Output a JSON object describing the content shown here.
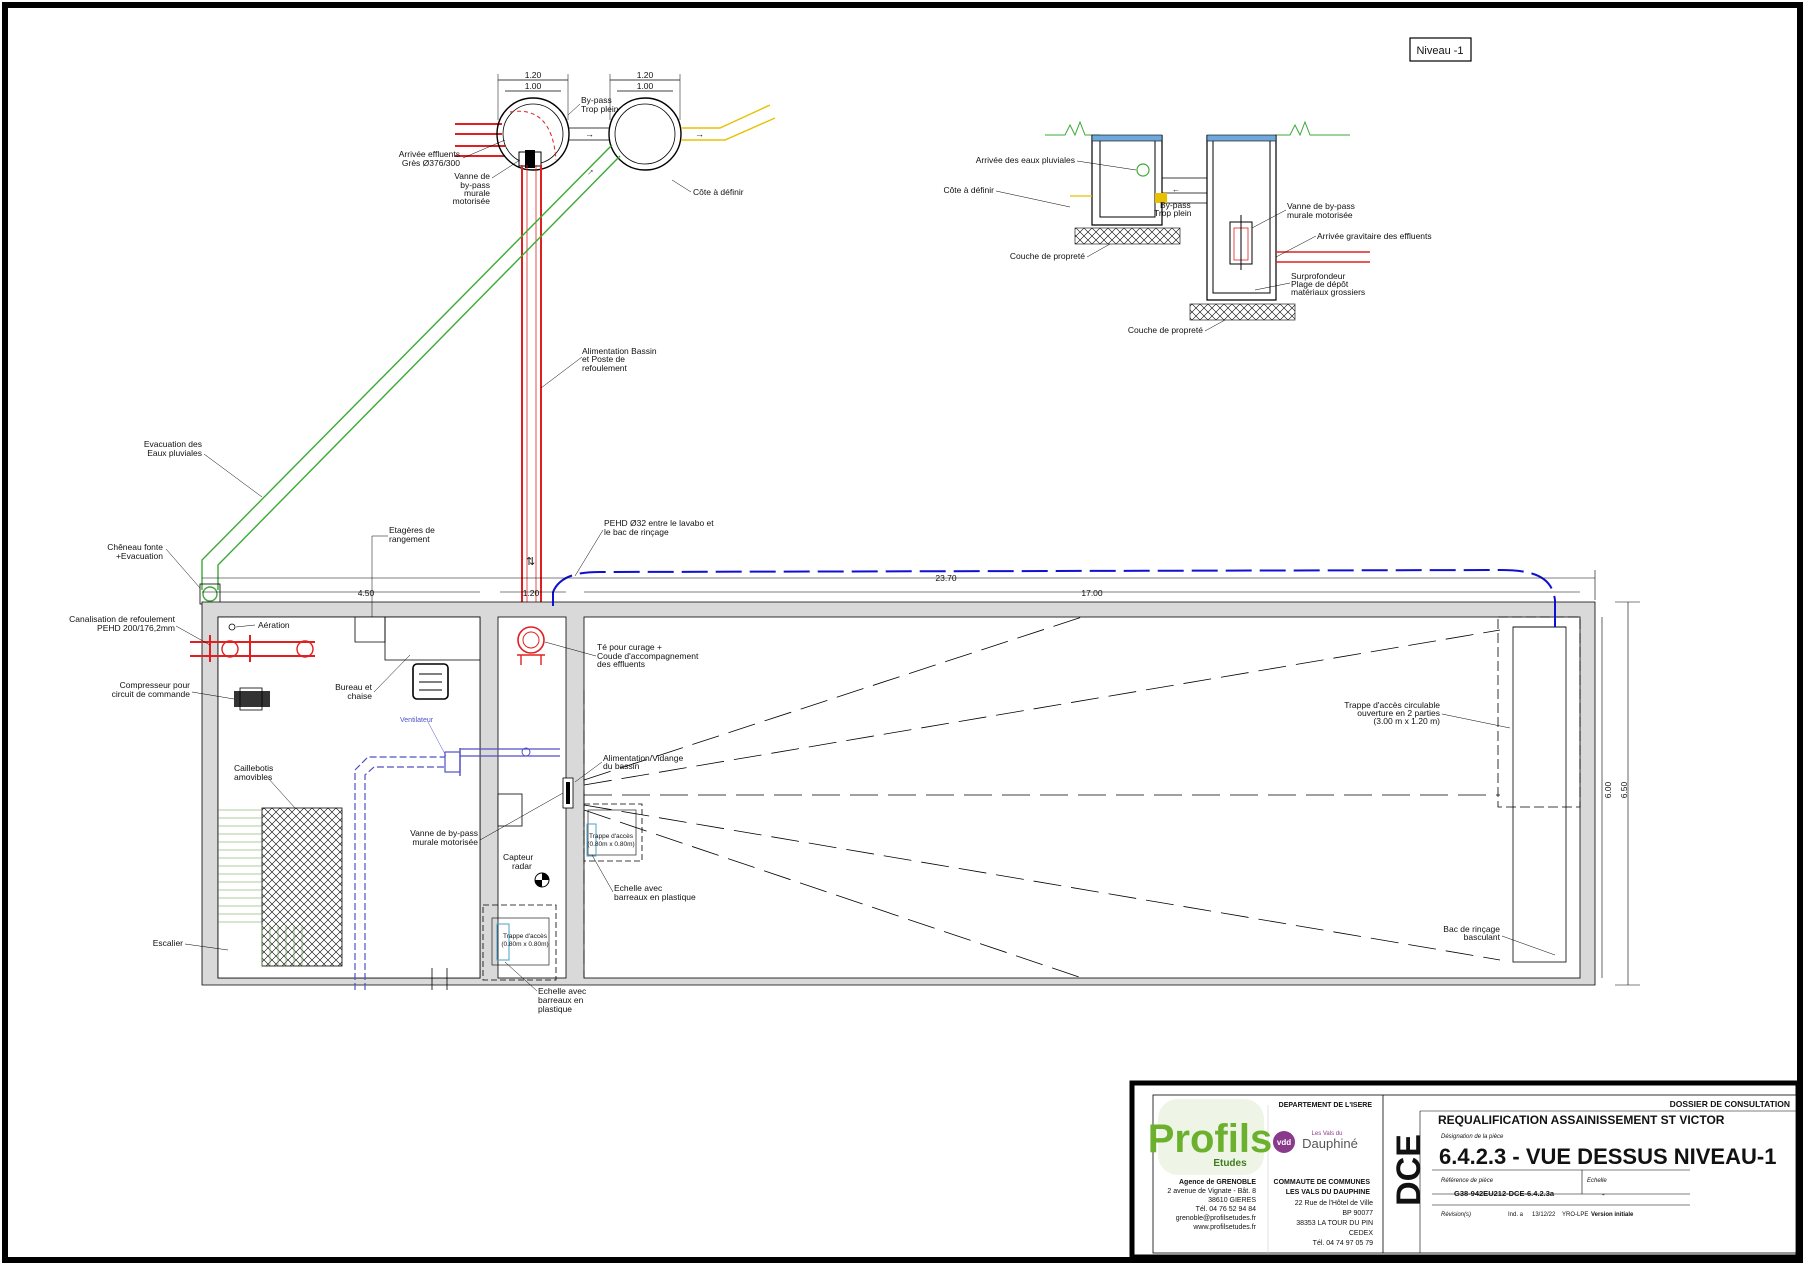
{
  "level_label": "Niveau -1",
  "section_dims": {
    "left_outer": "1.20",
    "left_inner": "1.00",
    "right_outer": "1.20",
    "right_inner": "1.00"
  },
  "labels": {
    "arrivee_effluents_1": "Arrivée effluents",
    "arrivee_effluents_2": "Grès Ø376/300",
    "vanne_1": "Vanne de",
    "vanne_2": "by-pass",
    "vanne_3": "murale",
    "vanne_4": "motorisée",
    "bypass_1": "By-pass",
    "bypass_2": "Trop plein",
    "cote_definir": "Côte à définir",
    "alim_1": "Alimentation Bassin",
    "alim_2": "et Poste de",
    "alim_3": "refoulement",
    "evac_1": "Evacuation des",
    "evac_2": "Eaux pluviales",
    "cheneau_1": "Chêneau fonte",
    "cheneau_2": "+Evacuation",
    "etageres_1": "Etagères de",
    "etageres_2": "rangement",
    "pehd_1": "PEHD Ø32 entre le lavabo et",
    "pehd_2": "le bac de rinçage",
    "canal_1": "Canalisation de refoulement",
    "canal_2": "PEHD 200/176,2mm",
    "aeration": "Aération",
    "compresseur_1": "Compresseur pour",
    "compresseur_2": "circuit de commande",
    "bureau_1": "Bureau et",
    "bureau_2": "chaise",
    "ventilateur": "Ventilateur",
    "caillebotis_1": "Caillebotis",
    "caillebotis_2": "amovibles",
    "vanne_murale_1": "Vanne de by-pass",
    "vanne_murale_2": "murale motorisée",
    "capteur_1": "Capteur",
    "capteur_2": "radar",
    "escalier": "Escalier",
    "trappe_small_1": "Trappe d'accès",
    "trappe_small_2": "(0.80m x 0.80m)",
    "echelle_1": "Echelle avec",
    "echelle_2": "barreaux en",
    "echelle_3": "plastique",
    "te_1": "Té pour curage +",
    "te_2": "Coude d'accompagnement",
    "te_3": "des effluents",
    "alim_vidange_1": "Alimentation/Vidange",
    "alim_vidange_2": "du bassin",
    "trappe2_1": "Trappe d'accès",
    "trappe2_2": "(0.80m x 0.80m)",
    "echelle2_1": "Echelle avec",
    "echelle2_2": "barreaux en plastique",
    "trappe_circ_1": "Trappe d'accès circulable",
    "trappe_circ_2": "ouverture en 2 parties",
    "trappe_circ_3": "(3.00 m x 1.20 m)",
    "bac_1": "Bac de rinçage",
    "bac_2": "basculant",
    "sec_arrivee_pluv": "Arrivée des eaux pluviales",
    "sec_cote": "Côte à définir",
    "sec_bypass_1": "By-pass",
    "sec_bypass_2": "Trop plein",
    "sec_vanne_1": "Vanne de by-pass",
    "sec_vanne_2": "murale motorisée",
    "sec_arrivee_grav": "Arrivée gravitaire des effluents",
    "sec_couche_1": "Couche de propreté",
    "sec_surpro_1": "Surprofondeur",
    "sec_surpro_2": "Plage de dépôt",
    "sec_surpro_3": "matériaux grossiers",
    "sec_couche_2": "Couche de propreté"
  },
  "dimensions": {
    "total": "23.70",
    "left_room": "4.50",
    "mid_room": "1.20",
    "basin": "17.00",
    "height_inner": "6.00",
    "height_outer": "6.50"
  },
  "title_block": {
    "dossier": "DOSSIER DE CONSULTATION",
    "dce": "DCE",
    "project": "REQUALIFICATION ASSAINISSEMENT ST VICTOR",
    "designation_label": "Désignation de la pièce",
    "designation": "6.4.2.3 - VUE DESSUS NIVEAU-1",
    "reference_label": "Référence de pièce",
    "reference": "G38-942EU212-DCE-6.4.2.3a",
    "echelle_label": "Echelle",
    "echelle": "-",
    "revisions_label": "Révision(s)",
    "revision_ind": "Ind. a",
    "revision_date": "13/12/22",
    "revision_author": "YRO-LPE",
    "revision_desc": "Version initiale",
    "department": "DEPARTEMENT DE L'ISERE",
    "company_logo": "Profils",
    "company_logo_sub": "Etudes",
    "agency": "Agence de GRENOBLE",
    "agency_addr_1": "2 avenue de Vignate - Bât. 8",
    "agency_addr_2": "38610 GIERES",
    "agency_tel": "Tél. 04 76 52 94 84",
    "agency_email": "grenoble@profilsetudes.fr",
    "agency_web": "www.profilsetudes.fr",
    "client_logo_abbr": "vdd",
    "client_logo_text": "Dauphiné",
    "client_logo_small": "Les Vals du",
    "client_1": "COMMAUTE DE COMMUNES",
    "client_2": "LES VALS DU DAUPHINE",
    "client_3": "22 Rue de l'Hôtel de Ville",
    "client_4": "BP 90077",
    "client_5": "38353 LA TOUR DU PIN",
    "client_6": "CEDEX",
    "client_tel": "Tél. 04 74 97 05 79"
  },
  "colors": {
    "pipe_red": "#e02020",
    "pipe_green": "#3aaa35",
    "pipe_blue": "#1010d0",
    "pipe_yellow": "#e8c000",
    "pipe_purple": "#5050c8",
    "wall_fill": "#d9d9d9",
    "profils_green": "#6cb12e"
  }
}
